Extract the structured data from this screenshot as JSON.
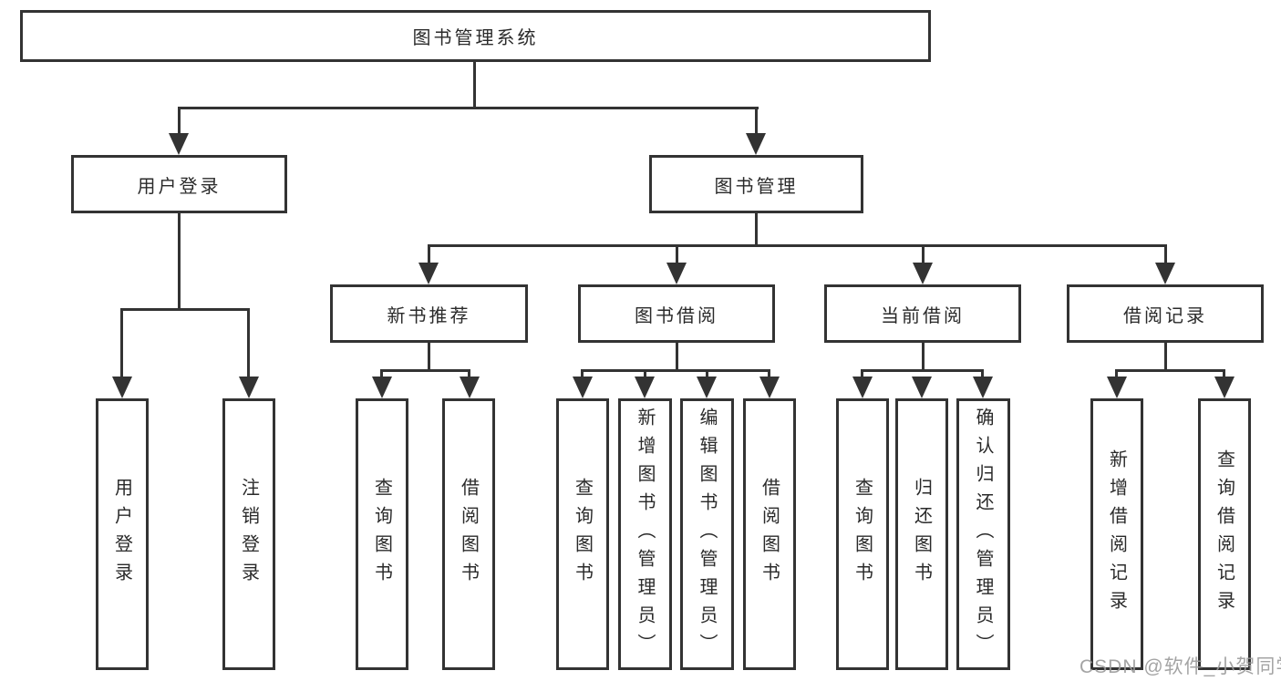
{
  "title": "图书管理系统",
  "level1": [
    "用户登录",
    "图书管理"
  ],
  "level2": [
    "新书推荐",
    "图书借阅",
    "当前借阅",
    "借阅记录"
  ],
  "leaves": {
    "user": [
      "用户登录",
      "注销登录"
    ],
    "newbook": [
      "查询图书",
      "借阅图书"
    ],
    "borrow": [
      "查询图书",
      "新增图书（管理员）",
      "编辑图书（管理员）",
      "借阅图书"
    ],
    "current": [
      "查询图书",
      "归还图书",
      "确认归还（管理员）"
    ],
    "records": [
      "新增借阅记录",
      "查询借阅记录"
    ]
  },
  "watermark": "CSDN @软件_小贺同学",
  "colors": {
    "line": "#333333",
    "text": "#2a2a2a",
    "watermark": "#9b9b9b",
    "background": "#ffffff"
  }
}
